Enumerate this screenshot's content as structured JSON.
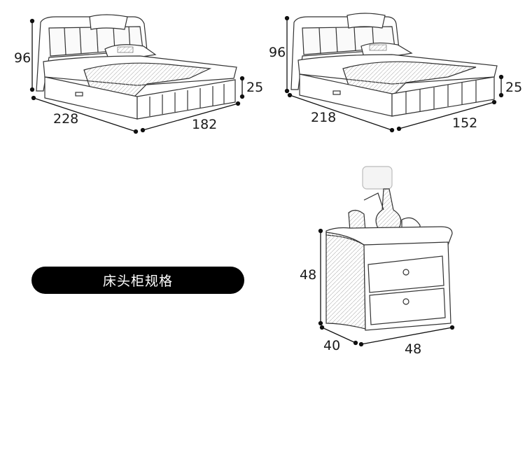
{
  "bed_large": {
    "height": "96",
    "length": "228",
    "width": "182",
    "base_height": "25"
  },
  "bed_small": {
    "height": "96",
    "length": "218",
    "width": "152",
    "base_height": "25"
  },
  "section_label": "床头柜规格",
  "nightstand": {
    "height": "48",
    "depth": "40",
    "width": "48"
  }
}
